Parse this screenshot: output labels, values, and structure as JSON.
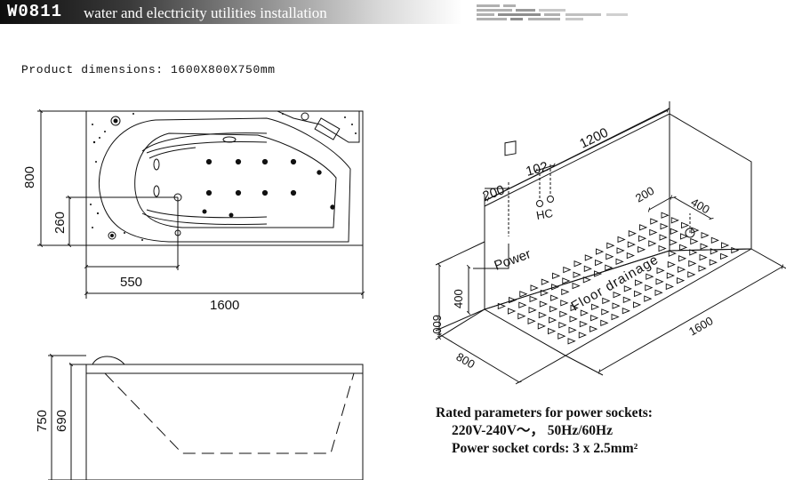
{
  "header": {
    "model_code": "W0811",
    "title": "water and electricity utilities installation"
  },
  "dimensions_text": "Product dimensions: 1600X800X750mm",
  "top_view": {
    "width_label": "1600",
    "height_label": "800",
    "jet_offset_x_label": "550",
    "jet_offset_y_label": "260"
  },
  "side_view": {
    "total_height_label": "750",
    "inner_height_label": "690"
  },
  "room_view": {
    "wall_length_label": "1200",
    "power_offset_label": "200",
    "hc_offset_label": "102",
    "hc_label": "HC",
    "power_label": "Power",
    "height_label": "600",
    "power_height_label": "400",
    "depth_label": "800",
    "length_label": "1600",
    "drain_offset_a_label": "200",
    "drain_offset_b_label": "400",
    "floor_label": "Floor drainage"
  },
  "rated": {
    "title": "Rated parameters for power sockets:",
    "voltage": "220V-240V～，  50Hz/60Hz",
    "cords": "Power socket cords: 3 x 2.5mm²"
  }
}
